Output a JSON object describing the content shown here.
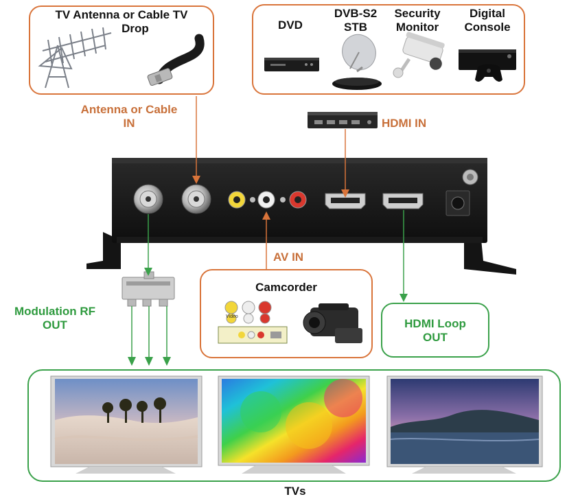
{
  "antenna_box": {
    "title_line1": "TV Antenna or Cable TV",
    "title_line2": "Drop"
  },
  "sources_box": {
    "dvd": "DVD",
    "dvb_line1": "DVB-S2",
    "dvb_line2": "STB",
    "security_line1": "Security",
    "security_line2": "Monitor",
    "console_line1": "Digital",
    "console_line2": "Console"
  },
  "connections": {
    "antenna_in_line1": "Antenna or Cable",
    "antenna_in_line2": "IN",
    "hdmi_in": "HDMI IN",
    "av_in": "AV IN",
    "rf_out_line1": "Modulation RF",
    "rf_out_line2": "OUT"
  },
  "camcorder_box": {
    "title": "Camcorder",
    "jack_label": "Video"
  },
  "hdmi_loop_box": {
    "line1": "HDMI Loop",
    "line2": "OUT"
  },
  "tvs_box": {
    "caption": "TVs"
  },
  "colors": {
    "orange": "#d9743a",
    "green": "#3aa14a",
    "label_orange": "#c8703a",
    "label_green": "#2e9a3e"
  }
}
